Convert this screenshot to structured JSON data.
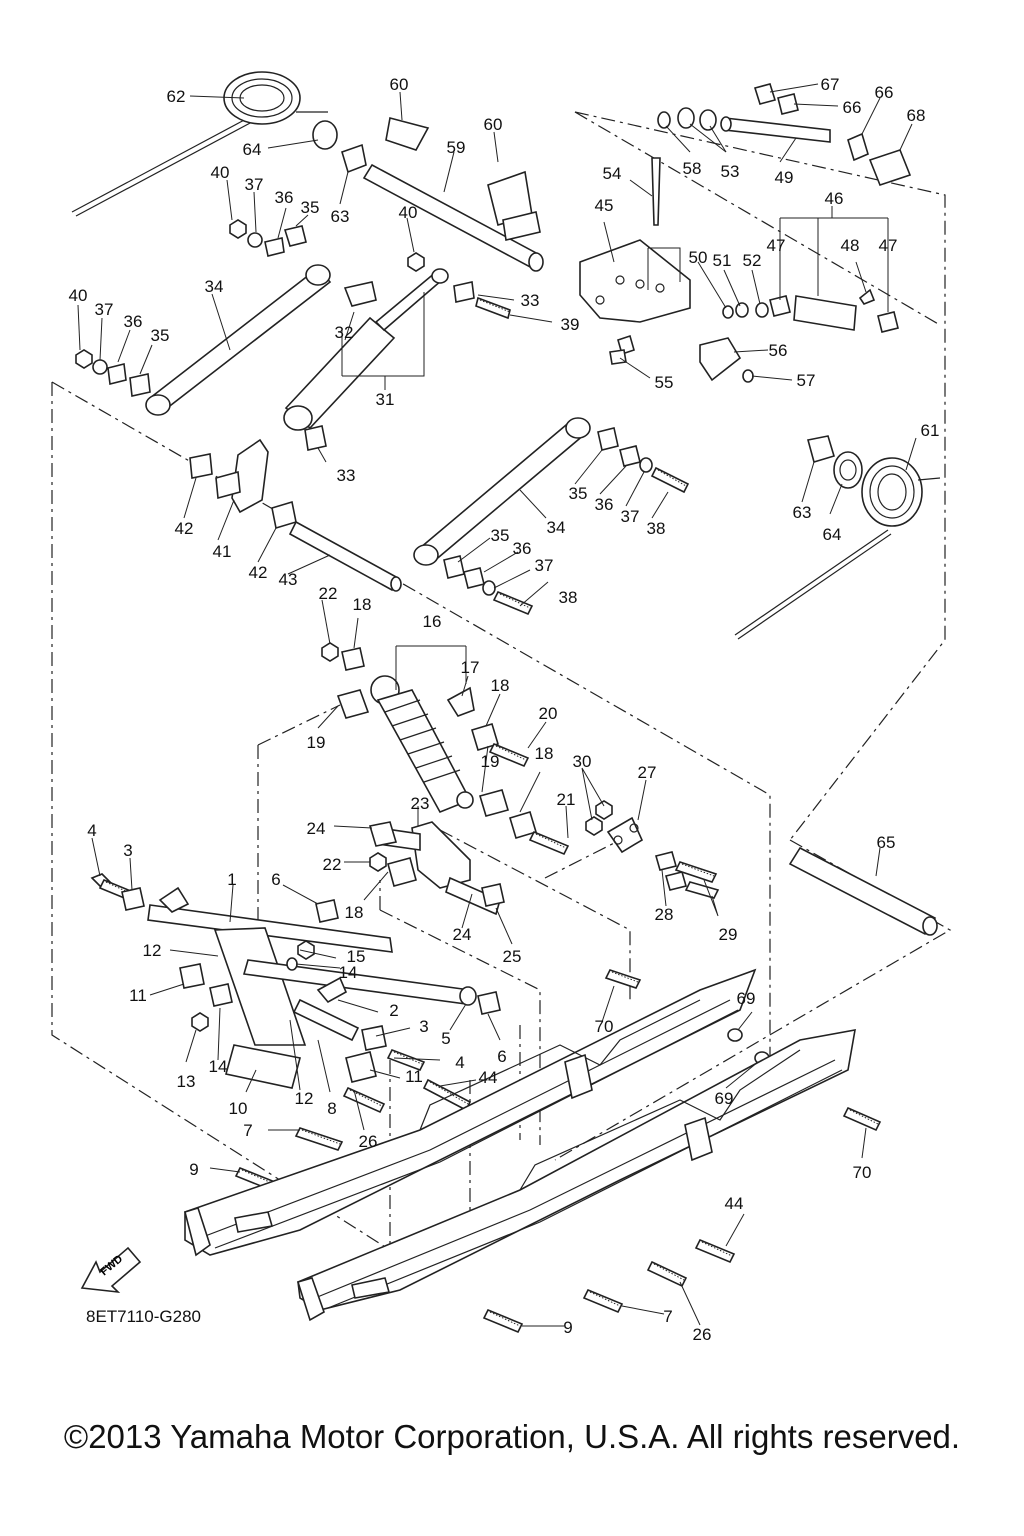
{
  "diagram": {
    "callouts": [
      "1",
      "2",
      "3",
      "3",
      "4",
      "4",
      "5",
      "6",
      "6",
      "7",
      "7",
      "8",
      "9",
      "9",
      "10",
      "11",
      "11",
      "12",
      "12",
      "13",
      "14",
      "14",
      "15",
      "16",
      "17",
      "18",
      "18",
      "18",
      "18",
      "19",
      "19",
      "20",
      "21",
      "22",
      "22",
      "23",
      "24",
      "24",
      "25",
      "26",
      "26",
      "27",
      "28",
      "29",
      "30",
      "31",
      "32",
      "33",
      "33",
      "34",
      "34",
      "35",
      "35",
      "35",
      "35",
      "36",
      "36",
      "36",
      "36",
      "37",
      "37",
      "37",
      "37",
      "38",
      "38",
      "39",
      "40",
      "40",
      "40",
      "41",
      "42",
      "42",
      "43",
      "44",
      "44",
      "45",
      "46",
      "47",
      "47",
      "48",
      "49",
      "50",
      "51",
      "52",
      "53",
      "54",
      "55",
      "56",
      "57",
      "58",
      "59",
      "60",
      "60",
      "61",
      "62",
      "63",
      "63",
      "64",
      "64",
      "65",
      "66",
      "66",
      "67",
      "68",
      "69",
      "69",
      "70",
      "70"
    ],
    "fwd_label": "FWD",
    "reference_code": "8ET7110-G280"
  },
  "footer": {
    "copyright": "©2013 Yamaha Motor Corporation, U.S.A. All rights reserved."
  }
}
